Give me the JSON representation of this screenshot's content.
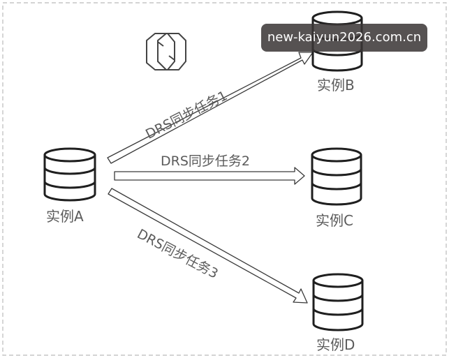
{
  "diagram": {
    "instances": {
      "a": "实例A",
      "b": "实例B",
      "c": "实例C",
      "d": "实例D"
    },
    "tasks": {
      "t1": "DRS同步任务1",
      "t2": "DRS同步任务2",
      "t3": "DRS同步任务3"
    },
    "logo_icon": "sync-logo-icon",
    "database_icon": "database-cylinder-icon"
  },
  "watermark": {
    "text": "new-kaiyun2026.com.cn"
  },
  "colors": {
    "stroke": "#3a3a3a",
    "text": "#5b5b5b",
    "frame": "#bbbbbb"
  }
}
